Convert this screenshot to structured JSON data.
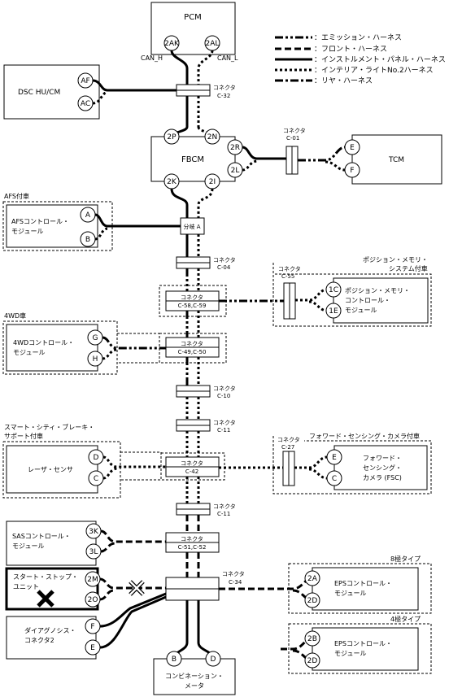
{
  "legend": {
    "emission": "：エミッション・ハーネス",
    "front": "：フロント・ハーネス",
    "instrument": "：インストルメント・パネル・ハーネス",
    "interior": "：インテリア・ライトNo.2ハーネス",
    "rear": "：リヤ・ハーネス"
  },
  "pcm": {
    "title": "PCM",
    "pin1": "2AK",
    "pin2": "2AL",
    "can_h": "CAN_H",
    "can_l": "CAN_L"
  },
  "dsc": {
    "title": "DSC HU/CM",
    "pin1": "AF",
    "pin2": "AC"
  },
  "fbcm": {
    "title": "FBCM",
    "pin_tl": "2P",
    "pin_tr": "2N",
    "pin_bl": "2K",
    "pin_br": "2I",
    "pin_r1": "2R",
    "pin_r2": "2L"
  },
  "tcm": {
    "title": "TCM",
    "pin1": "E",
    "pin2": "F"
  },
  "afs": {
    "group": "AFS付車",
    "line1": "AFSコントロール・",
    "line2": "モジュール",
    "pin1": "A",
    "pin2": "B"
  },
  "bunki": "分岐 A",
  "position": {
    "group1": "ポジション・メモリ・",
    "group2": "システム付車",
    "line1": "ポジション・メモリ・",
    "line2": "コントロール・",
    "line3": "モジュール",
    "pin1": "1C",
    "pin2": "1E"
  },
  "fwd4": {
    "group": "4WD車",
    "line1": "4WDコントロール・",
    "line2": "モジュール",
    "pin1": "G",
    "pin2": "H"
  },
  "scbs": {
    "group1": "スマート・シティ・ブレーキ・",
    "group2": "サポート付車",
    "line1": "レーザ・センサ",
    "pin1": "D",
    "pin2": "C"
  },
  "fsc": {
    "group": "フォワード・センシング・カメラ付車",
    "line1": "フォワード・",
    "line2": "センシング・",
    "line3": "カメラ (FSC)",
    "pin1": "E",
    "pin2": "C"
  },
  "sas": {
    "line1": "SASコントロール・",
    "line2": "モジュール",
    "pin1": "3K",
    "pin2": "3L"
  },
  "startstop": {
    "line1": "スタート・ストップ・",
    "line2": "ユニット",
    "pin1": "2M",
    "pin2": "2O"
  },
  "diag": {
    "line1": "ダイアグノシス・",
    "line2": "コネクタ2",
    "pin1": "F",
    "pin2": "E"
  },
  "eps8": {
    "type": "8極タイプ",
    "line1": "EPSコントロール・",
    "line2": "モジュール",
    "pin1": "2A",
    "pin2": "2D"
  },
  "eps4": {
    "type": "4極タイプ",
    "line1": "EPSコントロール・",
    "line2": "モジュール",
    "pin1": "2B",
    "pin2": "2D"
  },
  "combi": {
    "line1": "コンビネーション・",
    "line2": "メータ",
    "pin1": "B",
    "pin2": "D"
  },
  "connectors": {
    "word": "コネクタ",
    "c32": "C-32",
    "c01": "C-01",
    "c04": "C-04",
    "c55": "C-55",
    "c58": "C-58,C-59",
    "c49": "C-49,C-50",
    "c10": "C-10",
    "c11a": "C-11",
    "c27": "C-27",
    "c42": "C-42",
    "c11b": "C-11",
    "c51": "C-51,C-52",
    "c34": "C-34"
  }
}
